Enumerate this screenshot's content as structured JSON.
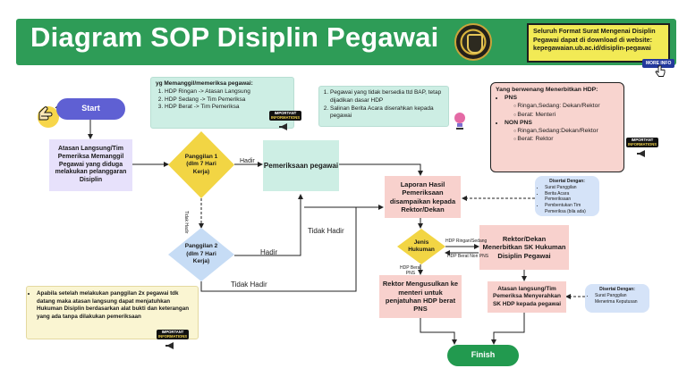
{
  "header": {
    "title": "Diagram SOP Disiplin Pegawai",
    "download_note": "Seluruh Format Surat Mengenai Disiplin Pegawai dapat di download di website: kepegawaian.ub.ac.id/disiplin-pegawai",
    "more_info": "MORE INFO"
  },
  "important_badge": {
    "top": "IMPORTANT",
    "sub": "INFORMATIONS"
  },
  "nodes": {
    "start": "Start",
    "finish": "Finish",
    "atasan": "Atasan Langsung/Tim Pemeriksa Memanggil Pegawai yang diduga melakukan pelanggaran Disiplin",
    "panggilan1": "Panggilan 1 (dlm 7 Hari Kerja)",
    "panggilan2": "Panggilan 2 (dlm 7 Hari Kerja)",
    "pemeriksaan": "Pemeriksaan pegawai",
    "laporan": "Laporan Hasil Pemeriksaan disampaikan kepada Rektor/Dekan",
    "jenis": "Jenis Hukuman",
    "rektor_sk": "Rektor/Dekan Menerbitkan SK Hukuman Disiplin Pegawai",
    "rektor_usul": "Rektor Mengusulkan ke menteri untuk penjatuhan HDP berat PNS",
    "atasan_sk": "Atasan langsung/Tim Pemeriksa Menyerahkan SK HDP kepada pegawai"
  },
  "labels": {
    "hadir1": "Hadir",
    "hadir2": "Hadir",
    "tidak_hadir_vertical": "Tidak Hadir",
    "tidak_hadir_right": "Tidak Hadir",
    "tidak_hadir_bottom": "Tidak Hadir",
    "hdp_ringan_sedang": "HDP Ringan/Sedang",
    "hdp_berat_non_pns": "HDP Berat Non PNS",
    "hdp_berat_pns_line1": "HDP Berat",
    "hdp_berat_pns_line2": "PNS"
  },
  "notes": {
    "pemanggil": {
      "title": "yg Memanggil/memeriksa pegawai:",
      "items": [
        "HDP Ringan -> Atasan Langsung",
        "HDP Sedang -> Tim Pemeriksa",
        "HDP Berat -> Tim Pemeriksa"
      ]
    },
    "bap": {
      "items": [
        "Pegawai yang tidak bersedia ttd BAP, tetap dijadikan dasar HDP",
        "Salinan Berita Acara diserahkan kepada pegawai"
      ]
    },
    "berwenang": {
      "title": "Yang berwenang Menerbitkan HDP:",
      "groups": [
        {
          "name": "PNS",
          "items": [
            "Ringan,Sedang: Dekan/Rektor",
            "Berat: Menteri"
          ]
        },
        {
          "name": "NON PNS",
          "items": [
            "Ringan,Sedang:Dekan/Rektor",
            "Berat: Rektor"
          ]
        }
      ]
    },
    "disertai1": {
      "title": "Disertai Dengan:",
      "items": [
        "Surat Panggilan",
        "Berita Acara Pemeriksaan",
        "Pembentukan Tim Pemeriksa (bila ada)"
      ]
    },
    "disertai2": {
      "title": "Disertai Dengan:",
      "items": [
        "Surat Panggilan Menerima Keputusan"
      ]
    },
    "apabila": "Apabila setelah melakukan panggilan 2x pegawai tdk datang maka atasan langsung dapat menjatuhkan Hukuman Disiplin berdasarkan alat bukti dan keterangan yang ada tanpa dilakukan pemeriksaan"
  },
  "colors": {
    "banner": "#2e9c57",
    "start": "#5f60d3",
    "finish": "#229a4f",
    "decision_yellow": "#f2d544",
    "decision_blue": "#c6dcf5",
    "process_violet": "#e7e1fb",
    "process_mint": "#cdeee4",
    "process_pink": "#f8d1cd"
  }
}
